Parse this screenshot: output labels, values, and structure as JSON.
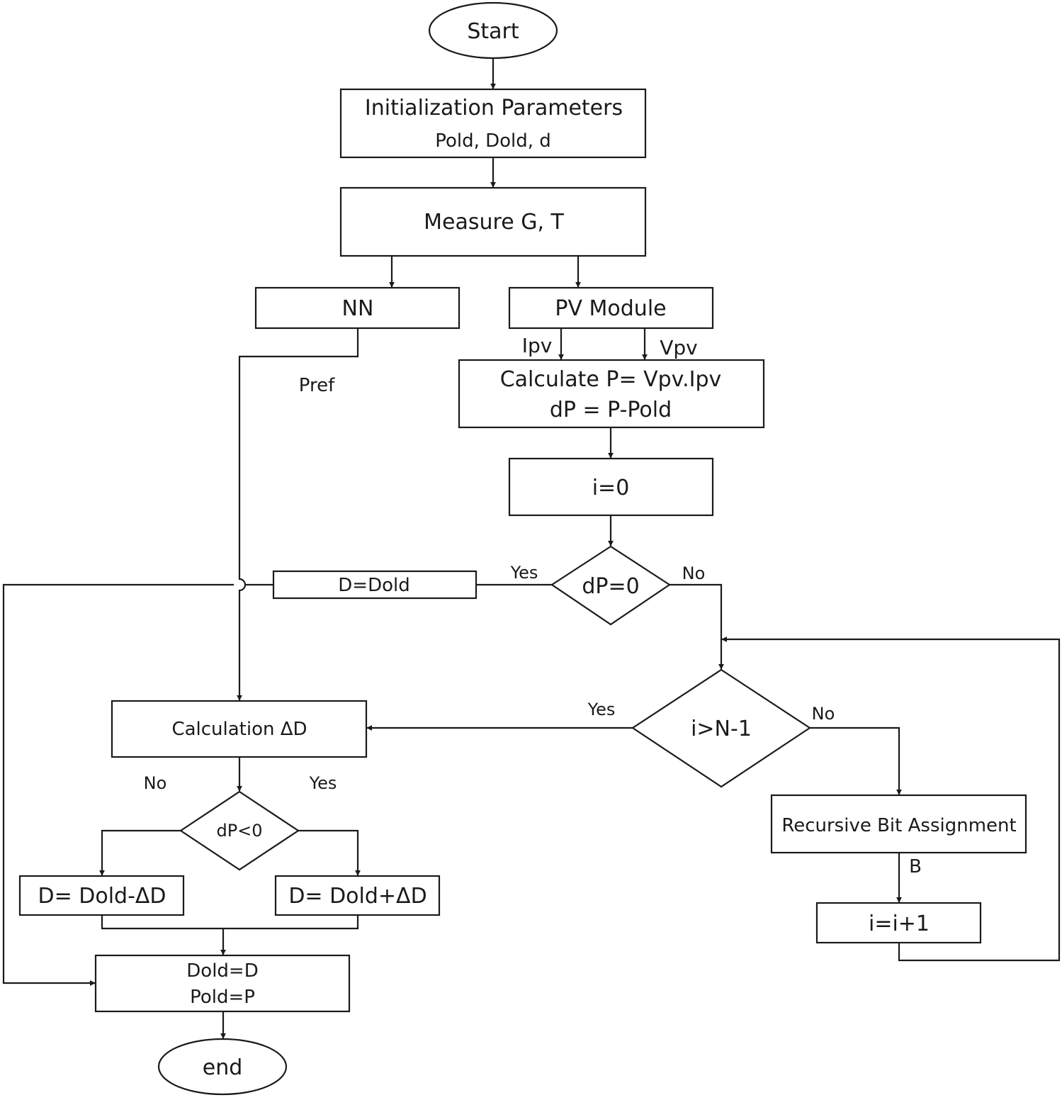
{
  "nodes": {
    "start": "Start",
    "init_title": "Initialization Parameters",
    "init_params": "Pold, Dold, d",
    "measure": "Measure G, T",
    "nn": "NN",
    "pv_module": "PV Module",
    "calc_p": "Calculate P= Vpv.Ipv",
    "calc_dp": "dP = P-Pold",
    "i_zero": "i=0",
    "dp_zero": "dP=0",
    "d_dold": "D=Dold",
    "i_gt": "i>N-1",
    "calc_delta": "Calculation ΔD",
    "dp_lt": "dP<0",
    "d_minus": "D= Dold-ΔD",
    "d_plus": "D= Dold+ΔD",
    "update_d": "Dold=D",
    "update_p": "Pold=P",
    "recursive": "Recursive Bit Assignment",
    "i_inc": "i=i+1",
    "end": "end"
  },
  "edge_labels": {
    "ipv": "Ipv",
    "vpv": "Vpv",
    "pref": "Pref",
    "yes_dp0": "Yes",
    "no_dp0": "No",
    "yes_igt": "Yes",
    "no_igt": "No",
    "no_dplt": "No",
    "yes_dplt": "Yes",
    "b": "B"
  }
}
